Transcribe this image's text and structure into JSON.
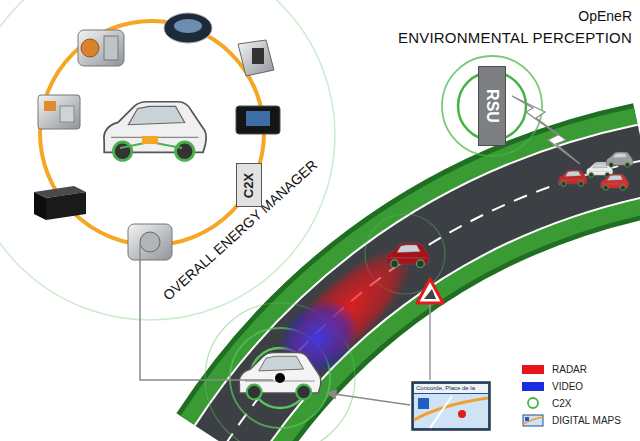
{
  "diagram": {
    "title": "OpEneR",
    "nodes": [
      {
        "text": [
          "C2X"
        ]
      },
      {
        "text": [
          "RSU"
        ]
      }
    ],
    "labels": [
      "ENVIRONMENTAL PERCEPTION",
      "OVERALL ENERGY MANAGER",
      "Concorde, Place de la"
    ],
    "legend": [
      {
        "text": "RADAR",
        "color": "#e8141b"
      },
      {
        "text": "VIDEO",
        "color": "#1a2de0"
      },
      {
        "text": "C2X"
      },
      {
        "text": "DIGITAL MAPS"
      }
    ]
  }
}
